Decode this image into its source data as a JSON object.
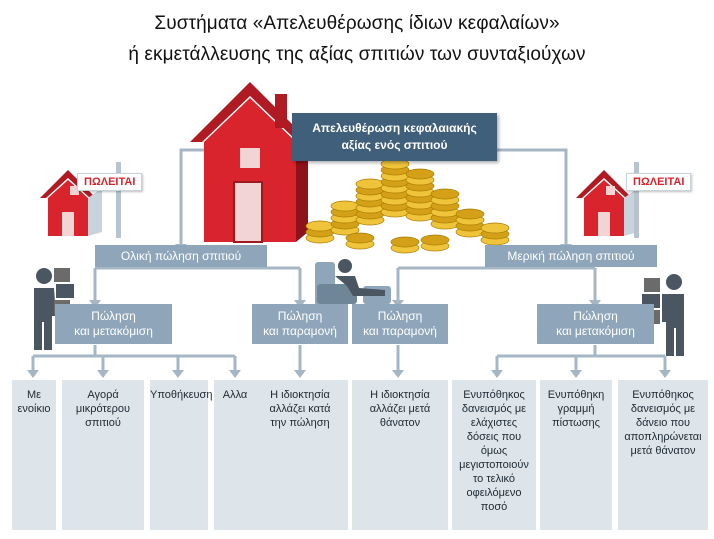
{
  "title": {
    "line1": "Συστήματα «Απελευθέρωσης ίδιων κεφαλαίων»",
    "line2": "ή εκμετάλλευσης της αξίας σπιτιών των συνταξιούχων"
  },
  "center": {
    "line1": "Απελευθέρωση κεφαλαιακής",
    "line2": "αξίας ενός σπιτιού"
  },
  "signs": {
    "left": "ΠΩΛΕΙΤΑΙ",
    "right": "ΠΩΛΕΙΤΑΙ"
  },
  "branches": {
    "left": "Ολική πώληση σπιτιού",
    "right": "Μερική πώληση σπιτιού"
  },
  "mid": {
    "sell_move_left": {
      "l1": "Πώληση",
      "l2": "και μετακόμιση"
    },
    "sell_stay_left": {
      "l1": "Πώληση",
      "l2": "και παραμονή"
    },
    "sell_stay_right": {
      "l1": "Πώληση",
      "l2": "και παραμονή"
    },
    "sell_move_right": {
      "l1": "Πώληση",
      "l2": "και μετακόμιση"
    }
  },
  "leaves": [
    {
      "l1": "Με",
      "l2": "ενοίκιο",
      "l3": "",
      "l4": "",
      "l5": "",
      "l6": "",
      "l7": ""
    },
    {
      "l1": "Αγορά",
      "l2": "μικρότερου",
      "l3": "σπιτιού",
      "l4": "",
      "l5": "",
      "l6": "",
      "l7": ""
    },
    {
      "l1": "Υποθήκευση",
      "l2": "",
      "l3": "",
      "l4": "",
      "l5": "",
      "l6": "",
      "l7": ""
    },
    {
      "l1": "Αλλα",
      "l2": "",
      "l3": "",
      "l4": "",
      "l5": "",
      "l6": "",
      "l7": ""
    },
    {
      "l1": "Η ιδιοκτησία",
      "l2": "αλλάζει κατά",
      "l3": "την πώληση",
      "l4": "",
      "l5": "",
      "l6": "",
      "l7": ""
    },
    {
      "l1": "Η ιδιοκτησία",
      "l2": "αλλάζει μετά",
      "l3": "θάνατον",
      "l4": "",
      "l5": "",
      "l6": "",
      "l7": ""
    },
    {
      "l1": "Ενυπόθηκος",
      "l2": "δανεισμός με",
      "l3": "ελάχιστες",
      "l4": "δόσεις που",
      "l5": "όμως",
      "l6": "μεγιστοποιούν",
      "l7": "το τελικό οφειλόμενο ποσό"
    },
    {
      "l1": "Ενυπόθηκη",
      "l2": "γραμμή",
      "l3": "πίστωσης",
      "l4": "",
      "l5": "",
      "l6": "",
      "l7": ""
    },
    {
      "l1": "Ενυπόθηκος",
      "l2": "δανεισμός με",
      "l3": "δάνειο που",
      "l4": "αποπληρώνεται",
      "l5": "μετά θάνατον",
      "l6": "",
      "l7": ""
    }
  ],
  "colors": {
    "box": "#8fa6ba",
    "dark": "#3f5f7a",
    "leaf": "#dde4ea",
    "red": "#d9232d",
    "coin": "#e8b923"
  }
}
